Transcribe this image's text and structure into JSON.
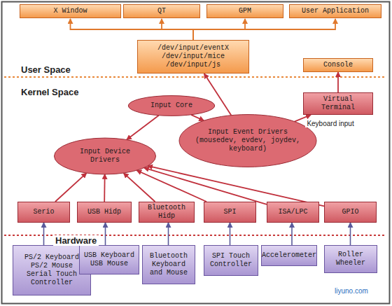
{
  "diagram": {
    "nodes": [
      {
        "text": [
          "X Window"
        ]
      },
      {
        "text": [
          "QT"
        ]
      },
      {
        "text": [
          "GPM"
        ]
      },
      {
        "text": [
          "User Application"
        ]
      },
      {
        "text": [
          "/dev/input/eventX /dev/input/mice /dev/input/js"
        ]
      },
      {
        "text": [
          "Console"
        ]
      },
      {
        "text": [
          "Virtual Terminal"
        ]
      },
      {
        "text": [
          "Input Core"
        ]
      },
      {
        "text": [
          "Input Event Drivers (mousedev, evdev, joydev, keyboard)"
        ]
      },
      {
        "text": [
          "Input Device Drivers"
        ]
      },
      {
        "text": [
          "Serio"
        ]
      },
      {
        "text": [
          "USB Hidp"
        ]
      },
      {
        "text": [
          "Bluetooth Hidp"
        ]
      },
      {
        "text": [
          "SPI"
        ]
      },
      {
        "text": [
          "ISA/LPC"
        ]
      },
      {
        "text": [
          "GPIO"
        ]
      },
      {
        "text": [
          "PS/2 Keyboard PS/2 Mouse Serial Touch Controller"
        ]
      },
      {
        "text": [
          "USB Keyboard USB Mouse"
        ]
      },
      {
        "text": [
          "Bluetooth Keyboard and Mouse"
        ]
      },
      {
        "text": [
          "SPI Touch Controller"
        ]
      },
      {
        "text": [
          "Accelerometer"
        ]
      },
      {
        "text": [
          "Roller Wheeler"
        ]
      }
    ],
    "edges": [
      {
        "from": 4,
        "to": 0,
        "arrow": "to"
      },
      {
        "from": 4,
        "to": 1,
        "arrow": "to"
      },
      {
        "from": 4,
        "to": 2,
        "arrow": "to"
      },
      {
        "from": 4,
        "to": 3,
        "arrow": "to"
      },
      {
        "from": 8,
        "to": 4,
        "arrow": "to"
      },
      {
        "from": 7,
        "to": 9,
        "arrow": "to"
      },
      {
        "from": 7,
        "to": 8,
        "arrow": "to"
      },
      {
        "from": 8,
        "to": 6,
        "label": "Keyboard input",
        "arrow": "to"
      },
      {
        "from": 6,
        "to": 5,
        "arrow": "to"
      },
      {
        "from": 10,
        "to": 9,
        "arrow": "to"
      },
      {
        "from": 11,
        "to": 9,
        "arrow": "to"
      },
      {
        "from": 12,
        "to": 9,
        "arrow": "to"
      },
      {
        "from": 13,
        "to": 9,
        "arrow": "to"
      },
      {
        "from": 14,
        "to": 9,
        "arrow": "to"
      },
      {
        "from": 15,
        "to": 9,
        "arrow": "to"
      },
      {
        "from": 16,
        "to": 10,
        "arrow": "to"
      },
      {
        "from": 17,
        "to": 11,
        "arrow": "to"
      },
      {
        "from": 18,
        "to": 12,
        "arrow": "to"
      },
      {
        "from": 19,
        "to": 13,
        "arrow": "to"
      },
      {
        "from": 20,
        "to": 14,
        "arrow": "to"
      },
      {
        "from": 21,
        "to": 15,
        "arrow": "to"
      }
    ],
    "labels": [
      "User Space",
      "Kernel Space",
      "Hardware",
      "liyuno.com"
    ]
  }
}
